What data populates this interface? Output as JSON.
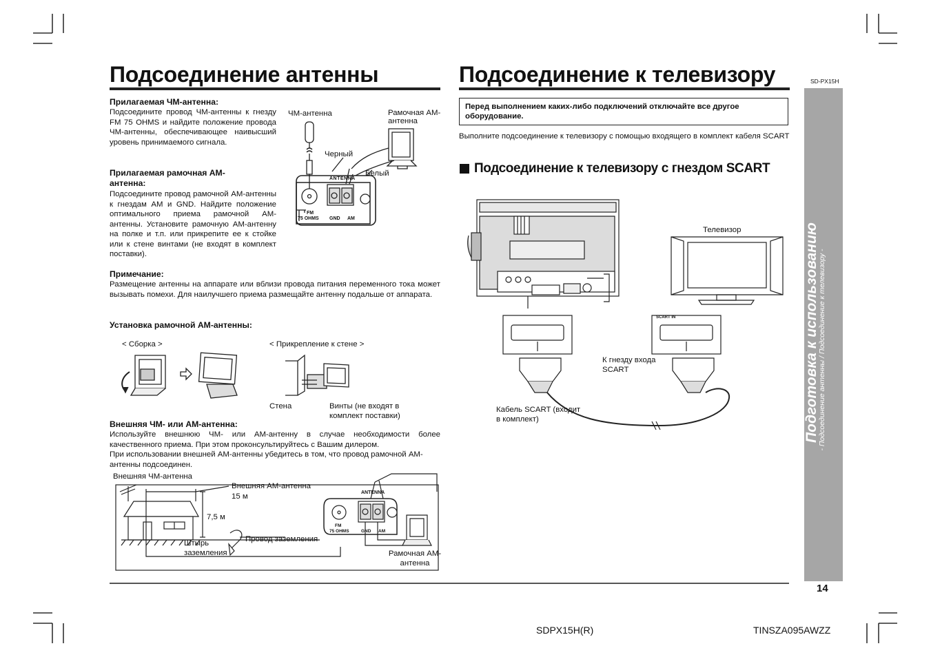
{
  "model_code": "SD-PX15H",
  "left": {
    "title": "Подсоединение антенны",
    "fm_heading": "Прилагаемая ЧМ-антенна:",
    "fm_text": "Подсоедините провод ЧМ-антенны к гнезду FM 75 OHMS и найдите положение провода ЧМ-антенны, обеспечивающее наивысший уровень принимаемого сигнала.",
    "am_heading": "Прилагаемая рамочная АМ-антенна:",
    "am_text": "Подсоедините провод рамочной АМ-антенны к гнездам AM и GND. Найдите положение оптимального приема рамочной АМ-антенны. Установите рамочную АМ-антенну на полке и т.п. или прикрепите ее к стойке или к стене винтами (не входят в комплект поставки).",
    "note_heading": "Примечание:",
    "note_text": "Размещение антенны на аппарате или вблизи провода питания переменного тока может вызывать помехи. Для наилучшего приема размещайте антенну подальше от аппарата.",
    "install_heading": "Установка рамочной АМ-антенны:",
    "ext_heading": "Внешняя ЧМ- или АМ-антенна:",
    "ext_text1": "Используйте внешнюю ЧМ- или АМ-антенну в случае необходимости более качественного приема. При этом проконсультируйтесь с Вашим дилером.",
    "ext_text2": "При использовании внешней АМ-антенны убедитесь в том, что провод рамочной АМ-антенны подсоединен."
  },
  "diagram1": {
    "fm_antenna": "ЧМ-антенна",
    "loop_antenna": "Рамочная АМ-антенна",
    "black": "Черный",
    "white": "Белый",
    "antenna": "ANTENNA",
    "fm": "FM",
    "ohms": "75 OHMS",
    "gnd": "GND",
    "am": "AM"
  },
  "diagram2": {
    "assembly": "< Сборка >",
    "wall_mount": "< Прикрепление к стене >",
    "wall": "Стена",
    "screws": "Винты (не входят в комплект поставки)"
  },
  "diagram3": {
    "ext_fm": "Внешняя ЧМ-антенна",
    "ext_am": "Внешняя АМ-антенна",
    "ext_am_len": "15 м",
    "height": "7,5 м",
    "ground_wire": "Провод заземления",
    "ground_pin": "Штырь заземления",
    "loop": "Рамочная АМ-антенна",
    "antenna": "ANTENNA",
    "fm": "FM",
    "ohms": "75 OHMS",
    "gnd": "GND",
    "am": "AM"
  },
  "right": {
    "title": "Подсоединение к телевизору",
    "warning": "Перед выполнением каких-либо подключений отключайте все другое оборудование.",
    "intro": "Выполните подсоединение к телевизору с помощью входящего в комплект кабеля SCART",
    "section": "Подсоединение к телевизору с гнездом SCART"
  },
  "diagram4": {
    "tv": "Телевизор",
    "scart_in": "SCART IN",
    "to_jack": "К гнезду входа SCART",
    "cable": "Кабель SCART (входит в комплект)"
  },
  "sidebar": {
    "main": "Подготовка к использованию",
    "sub": "- Подсоединение антенны / Подсоединение к телевизору -"
  },
  "page_number": "14",
  "footer": {
    "left_code": "SDPX15H(R)",
    "right_code": "TINSZA095AWZZ"
  }
}
